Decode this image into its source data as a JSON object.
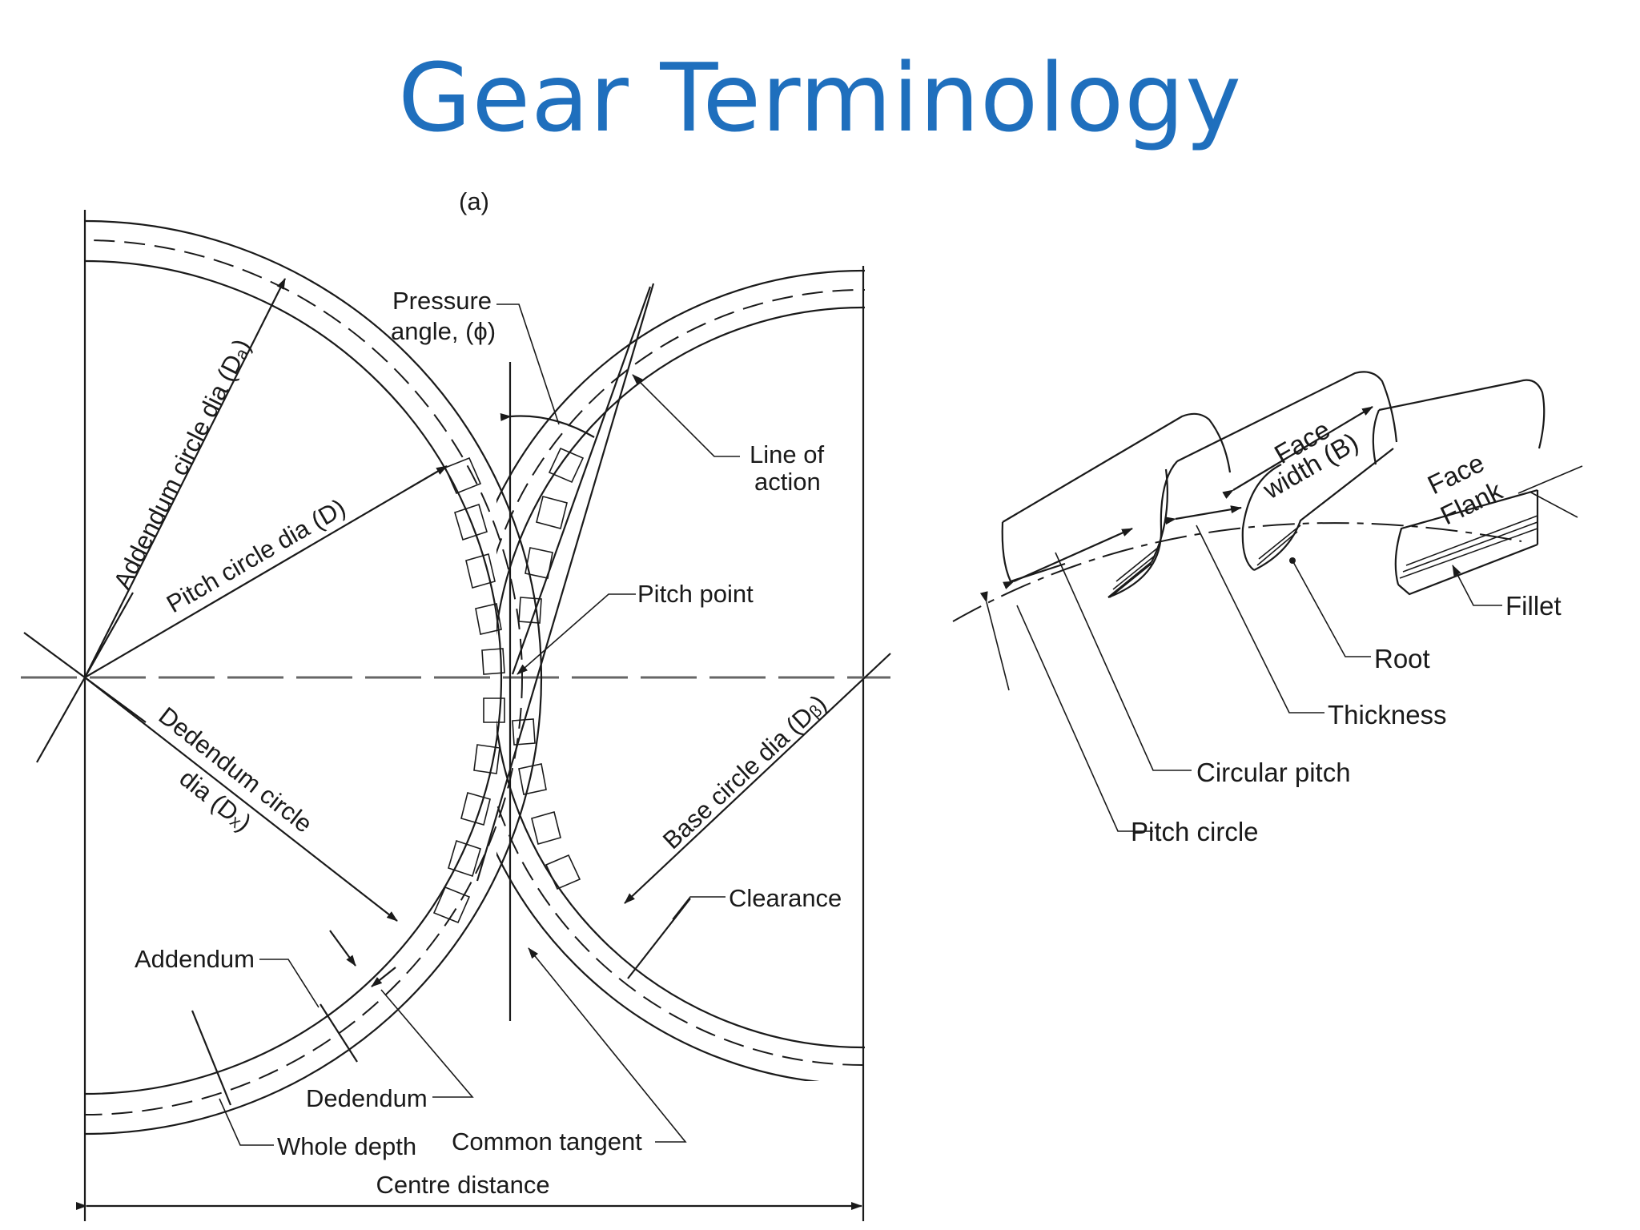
{
  "slide": {
    "title": "Gear Terminology"
  },
  "meshing_diagram": {
    "top_fragment": "(a)",
    "labels": {
      "pressure_angle_line1": "Pressure",
      "pressure_angle_line2": "angle, (ϕ)",
      "line_of_action_line1": "Line of",
      "line_of_action_line2": "action",
      "pitch_point": "Pitch point",
      "addendum_circle_dia": "Addendum circle dia (Dₐ)",
      "pitch_circle_dia": "Pitch circle dia (D)",
      "dedendum_circle_line1": "Dedendum circle",
      "dedendum_circle_line2": "dia (Dₓ)",
      "base_circle_dia": "Base circle dia (Dᵦ)",
      "clearance": "Clearance",
      "addendum": "Addendum",
      "dedendum": "Dedendum",
      "whole_depth": "Whole depth",
      "common_tangent": "Common tangent",
      "centre_distance": "Centre distance"
    }
  },
  "tooth_diagram": {
    "labels": {
      "face_width_line1": "Face",
      "face_width_line2": "width (B)",
      "face": "Face",
      "flank": "Flank",
      "fillet": "Fillet",
      "root": "Root",
      "thickness": "Thickness",
      "circular_pitch": "Circular pitch",
      "pitch_circle": "Pitch circle"
    }
  }
}
